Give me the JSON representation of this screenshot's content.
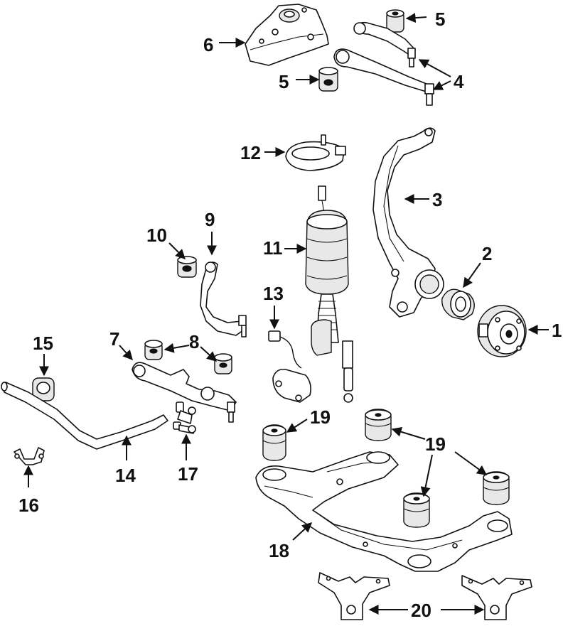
{
  "diagram": {
    "callouts": {
      "c1": "1",
      "c2": "2",
      "c3": "3",
      "c4": "4",
      "c5a": "5",
      "c5b": "5",
      "c6": "6",
      "c7": "7",
      "c8": "8",
      "c9": "9",
      "c10": "10",
      "c11": "11",
      "c12": "12",
      "c13": "13",
      "c14": "14",
      "c15": "15",
      "c16": "16",
      "c17": "17",
      "c18": "18",
      "c19a": "19",
      "c19b": "19",
      "c20": "20"
    }
  }
}
